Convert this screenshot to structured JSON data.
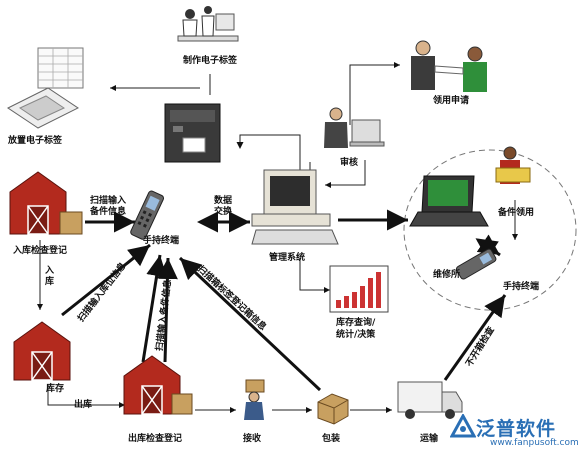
{
  "nodes": {
    "make_label": "制作电子标签",
    "place_label": "放置电子标签",
    "apply": "领用申请",
    "review": "审核",
    "inbound_reg": "入库检查登记",
    "handheld_center": "手持终端",
    "mgmt_system": "管理系统",
    "maintenance": "维修所",
    "parts_pickup": "备件领用",
    "handheld_right": "手持终端",
    "inventory": "库存",
    "query_line1": "库存查询/",
    "query_line2": "统计/决策",
    "outbound_reg": "出库检查登记",
    "receive": "接收",
    "pack": "包装",
    "transport": "运输"
  },
  "edges": {
    "scan_input": "扫描输入",
    "parts_info": "备件信息",
    "data_exchange_1": "数据",
    "data_exchange_2": "交换",
    "into_storage": "入库",
    "scan_in_info": "扫描输入库位信息",
    "scan_parts_info": "扫描输入备件信息",
    "out_storage": "出库",
    "scan_box_label": "扫描箱标签登记箱信息",
    "unpack_check": "不开箱检查"
  },
  "logo": {
    "name": "泛普软件",
    "url": "www.fanpusoft.com"
  },
  "colors": {
    "barn_red": "#b32a1e",
    "arrow": "#111111",
    "logo_blue": "#2a6fb5"
  }
}
